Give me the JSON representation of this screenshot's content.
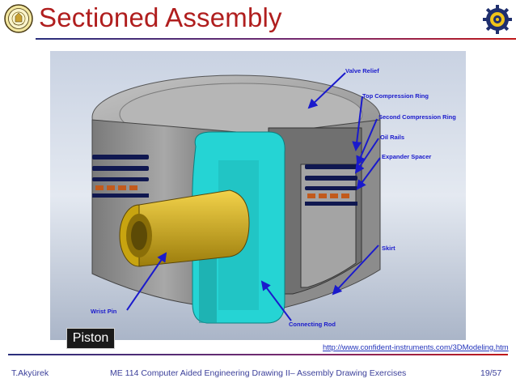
{
  "slide": {
    "title": "Sectioned Assembly",
    "caption": "Piston",
    "source_url": "http://www.confident-instruments.com/3DModeling.htm"
  },
  "callouts": {
    "valve_relief": "Valve Relief",
    "top_compression_ring": "Top Compression Ring",
    "second_compression_ring": "Second Compression Ring",
    "oil_rails": "Oil Rails",
    "expander_spacer": "Expander Spacer",
    "skirt": "Skirt",
    "wrist_pin": "Wrist Pin",
    "connecting_rod": "Connecting Rod"
  },
  "footer": {
    "author": "T.Akyürek",
    "course": "ME 114 Computer Aided Engineering Drawing II– Assembly Drawing Exercises",
    "page": "19/57"
  },
  "colors": {
    "title": "#b01e1e",
    "footer_text": "#3b3f9a",
    "callout_arrow": "#1a1acc",
    "piston_gray": "#9a9a9a",
    "connecting_rod": "#25d4d4",
    "wrist_pin": "#d8b418"
  },
  "icons": [
    "university-seal-icon",
    "gear-emblem-icon"
  ]
}
